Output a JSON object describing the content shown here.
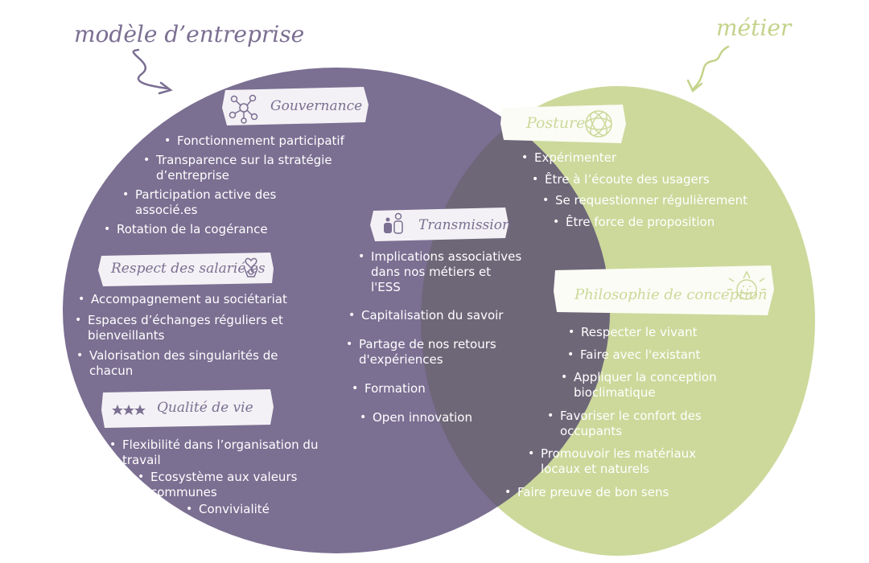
{
  "labels": {
    "left_title": "modèle d’entreprise",
    "right_title": "métier"
  },
  "colors": {
    "left": "#7b6f92",
    "right": "#ccd99b",
    "overlap": "#6e6778",
    "left_title": "#7b6f92",
    "right_title": "#c3d38a"
  },
  "sections": {
    "gouvernance": {
      "title": "Gouvernance",
      "icon": "network-icon",
      "items": [
        "Fonctionnement participatif",
        "Transparence sur la stratégie d’entreprise",
        "Participation active des associé.es",
        "Rotation de la cogérance"
      ]
    },
    "respect": {
      "title": "Respect des salarié.es",
      "icon": "heart-person-icon",
      "items": [
        "Accompagnement au sociétariat",
        "Espaces d’échanges réguliers et bienveillants",
        "Valorisation des singularités de chacun"
      ]
    },
    "qualite": {
      "title": "Qualité de vie",
      "icon": "stars-icon",
      "items": [
        "Flexibilité dans l’organisation du travail",
        "Ecosystème aux valeurs communes",
        "Convivialité"
      ]
    },
    "transmission": {
      "title": "Transmission",
      "icon": "people-icon",
      "items": [
        "Implications associatives dans nos métiers et l'ESS",
        "Capitalisation du savoir",
        "Partage de nos retours d'expériences",
        "Formation",
        "Open innovation"
      ]
    },
    "posture": {
      "title": "Posture",
      "icon": "flower-icon",
      "items": [
        "Expérimenter",
        "Être à l’écoute des usagers",
        "Se requestionner régulièrement",
        "Être force de proposition"
      ]
    },
    "philosophie": {
      "title": "Philosophie de conception",
      "icon": "smiling-face-icon",
      "items": [
        "Respecter le vivant",
        "Faire avec l'existant",
        "Appliquer la conception bioclimatique",
        "Favoriser le confort des occupants",
        "Promouvoir les matériaux locaux et naturels",
        "Faire preuve de bon sens"
      ]
    }
  }
}
